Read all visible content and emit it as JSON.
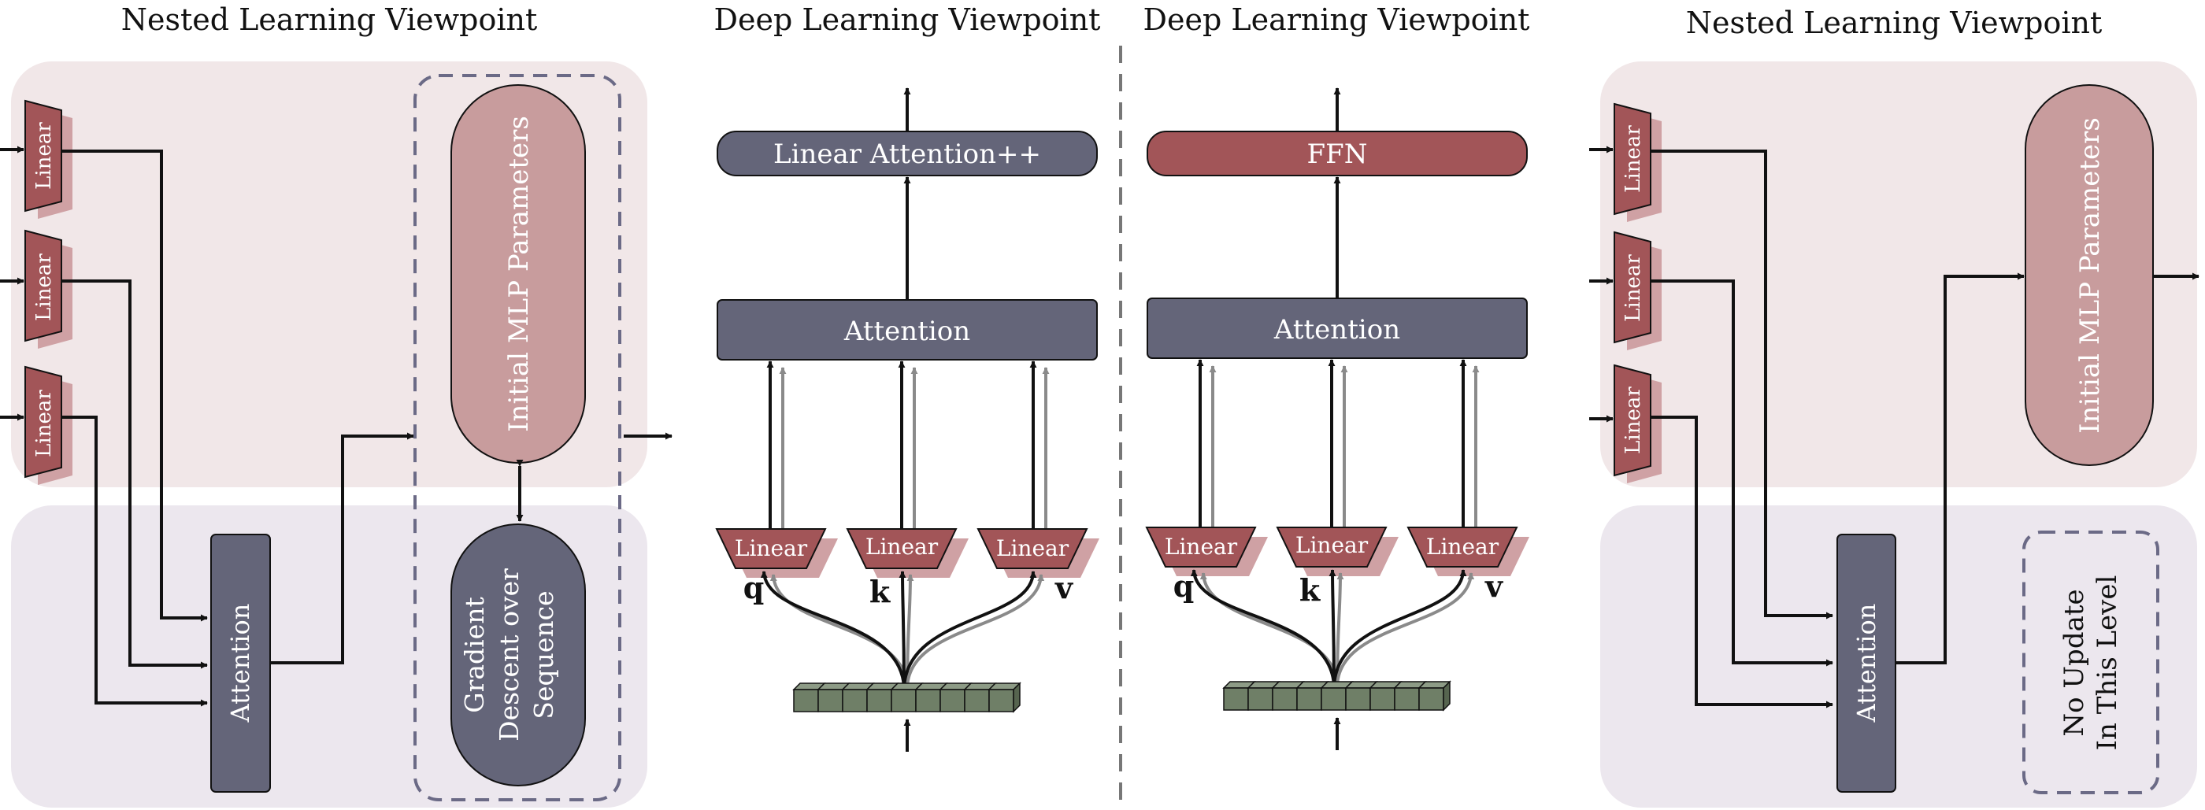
{
  "panels": {
    "p1": {
      "heading": "Nested Learning Viewpoint",
      "linear_labels": [
        "Linear",
        "Linear",
        "Linear"
      ],
      "attention_label": "Attention",
      "mlp_label": "Initial MLP Parameters",
      "gd_label_lines": [
        "Gradient",
        "Descent over",
        "Sequence"
      ]
    },
    "p2": {
      "heading": "Deep Learning Viewpoint",
      "top_label": "Linear Attention++",
      "attention_label": "Attention",
      "linear_labels": [
        "Linear",
        "Linear",
        "Linear"
      ],
      "qkv_labels": [
        "q",
        "k",
        "v"
      ]
    },
    "p3": {
      "heading": "Deep Learning Viewpoint",
      "top_label": "FFN",
      "attention_label": "Attention",
      "linear_labels": [
        "Linear",
        "Linear",
        "Linear"
      ],
      "qkv_labels": [
        "q",
        "k",
        "v"
      ]
    },
    "p4": {
      "heading": "Nested Learning Viewpoint",
      "linear_labels": [
        "Linear",
        "Linear",
        "Linear"
      ],
      "attention_label": "Attention",
      "mlp_label": "Initial MLP Parameters",
      "no_update_lines": [
        "No Update",
        "In This Level"
      ]
    }
  },
  "colors": {
    "upper_level_bg": "#f1e7e8",
    "lower_level_bg": "#ece7ee",
    "linear_fill": "#a25558",
    "linear_shadow": "#cfa1a4",
    "attention_fill": "#646579",
    "mlp_fill": "#c89c9d",
    "gd_fill": "#646579",
    "ffn_fill": "#a25558",
    "token_fill": "#6f7f67",
    "dashed_border": "#6b6a86",
    "arrow": "#111111",
    "arrow_gray": "#8a8a8a",
    "divider": "#777777"
  }
}
